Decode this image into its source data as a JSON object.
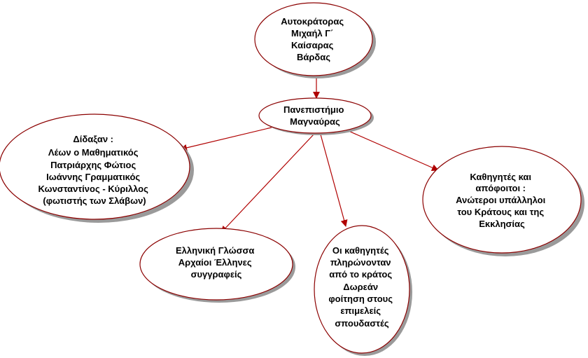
{
  "colors": {
    "node_border": "#8B0000",
    "node_fill": "#ffffff",
    "shadow": "#9a9a9a",
    "connector": "#B00000"
  },
  "nodes": {
    "emperor": {
      "lines": [
        "Αυτοκράτορας",
        "Μιχαήλ Γ΄",
        "Καίσαρας",
        "Βάρδας"
      ]
    },
    "university": {
      "lines": [
        "Πανεπιστήμιο",
        "Μαγναύρας"
      ]
    },
    "teachers": {
      "lines": [
        "Δίδαξαν :",
        "Λέων ο Μαθηματικός",
        "Πατριάρχης Φώτιος",
        "Ιωάννης Γραμματικός",
        "Κωνσταντίνος - Κύριλλος",
        "(φωτιστής των Σλάβων)"
      ]
    },
    "language": {
      "lines": [
        "Ελληνική Γλώσσα",
        "Αρχαίοι Έλληνες",
        "συγγραφείς"
      ]
    },
    "funding": {
      "lines": [
        "Οι καθηγητές",
        "πληρώνονταν",
        "από το κράτος",
        "Δωρεάν",
        "φοίτηση στους",
        "επιμελείς",
        "σπουδαστές"
      ]
    },
    "graduates": {
      "lines": [
        "Καθηγητές και",
        "απόφοιτοι  :",
        "Ανώτεροι υπάλληλοι",
        "του Κράτους και της",
        "Εκκλησίας"
      ]
    }
  },
  "edges": [
    {
      "from": "emperor",
      "to": "university"
    },
    {
      "from": "university",
      "to": "teachers"
    },
    {
      "from": "university",
      "to": "language"
    },
    {
      "from": "university",
      "to": "funding"
    },
    {
      "from": "university",
      "to": "graduates"
    }
  ]
}
